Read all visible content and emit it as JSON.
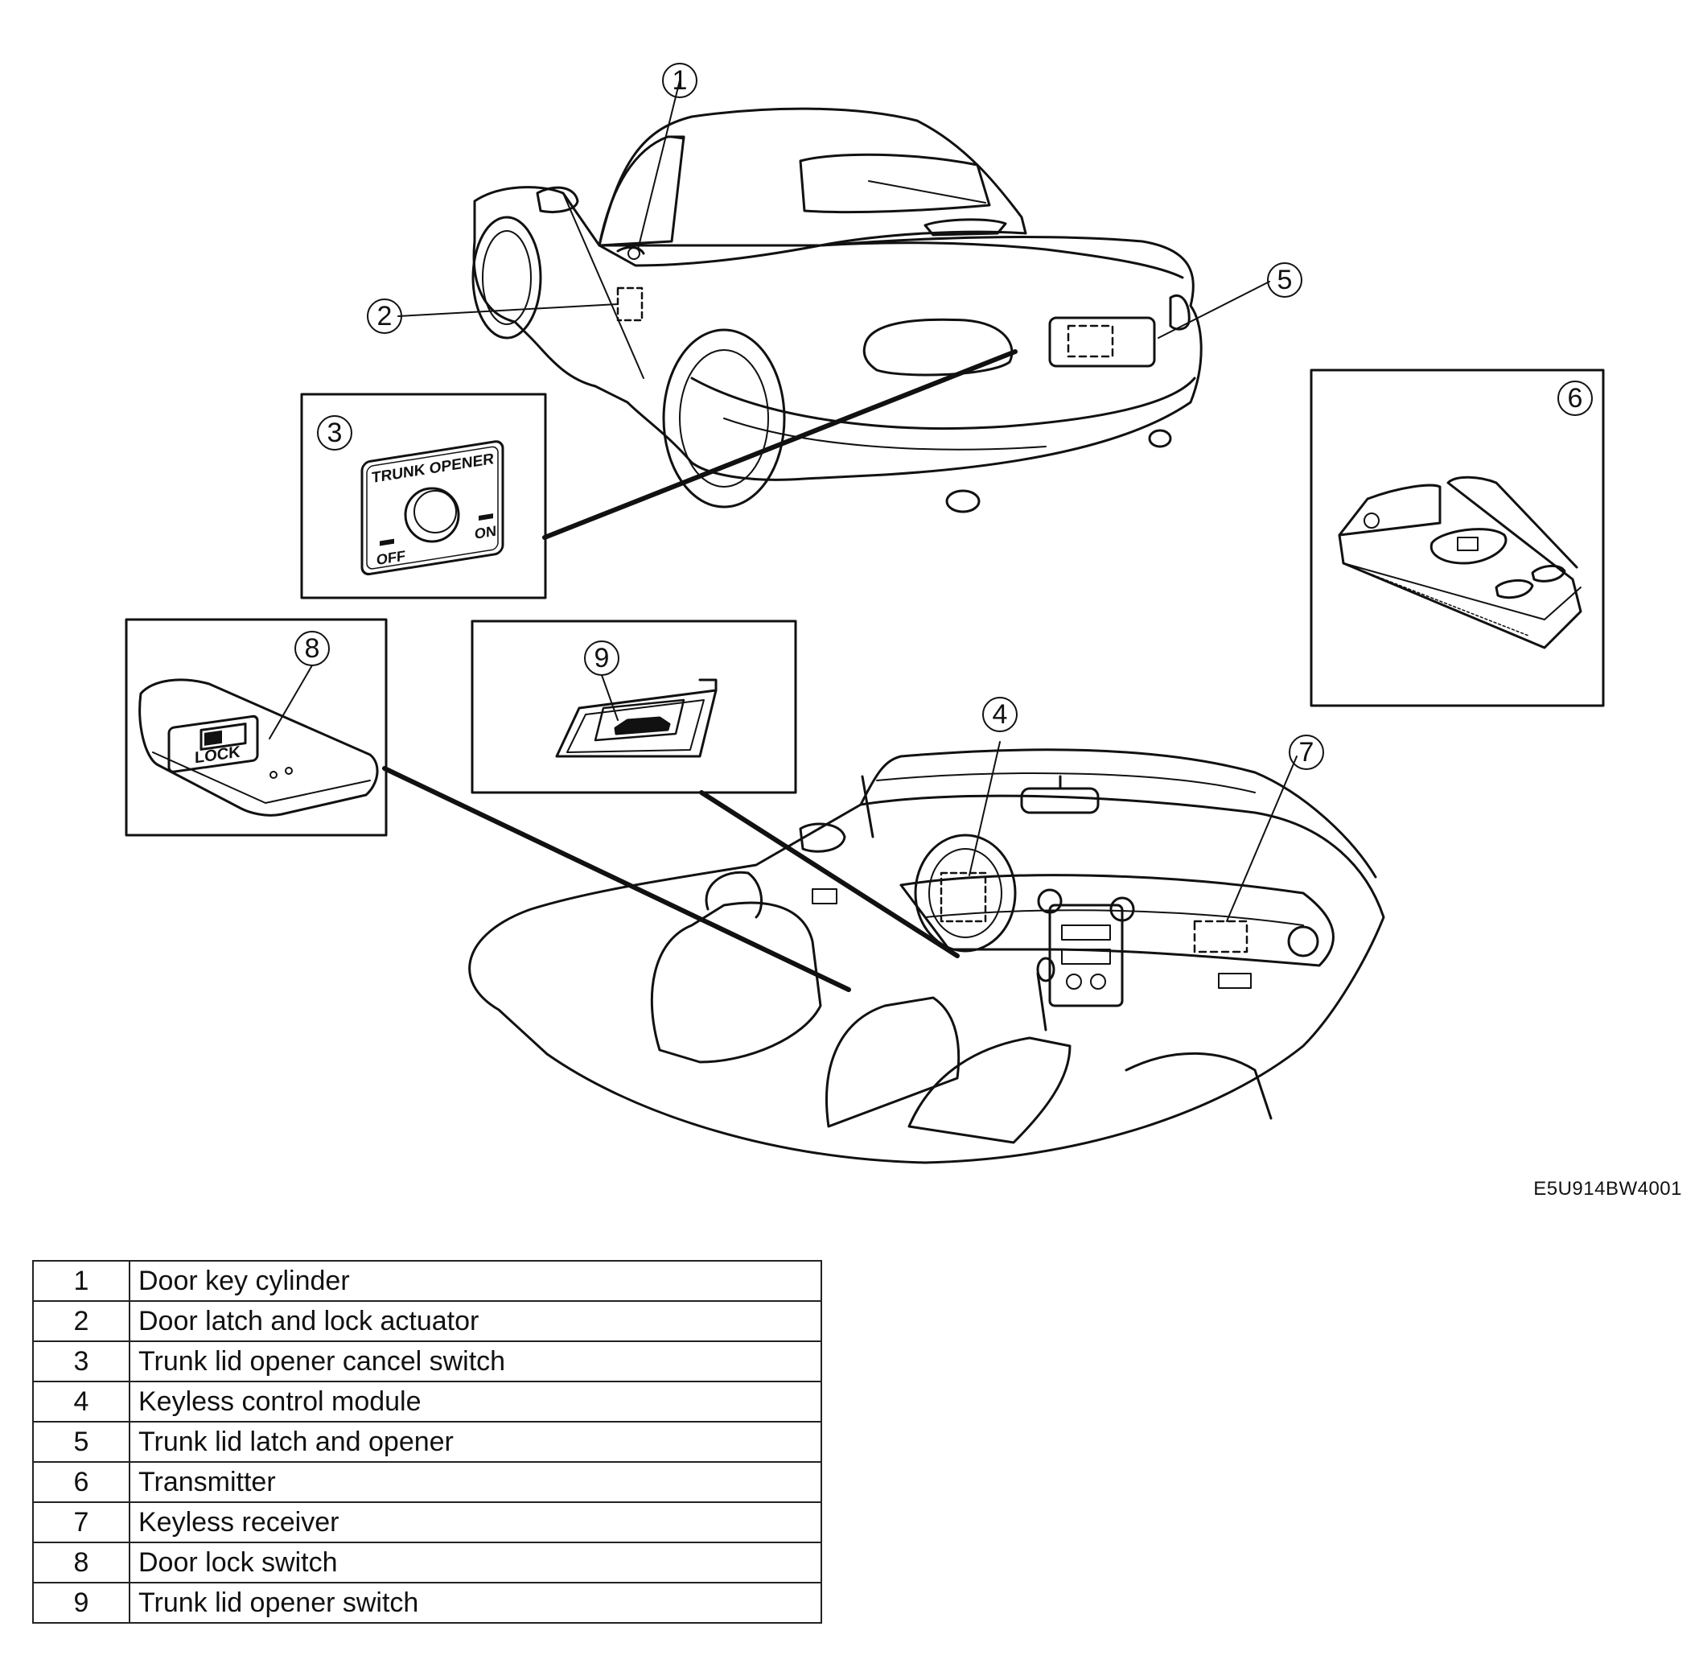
{
  "figure_code": "E5U914BW4001",
  "callouts": [
    {
      "n": "1",
      "label": "Door key cylinder"
    },
    {
      "n": "2",
      "label": "Door latch and lock actuator"
    },
    {
      "n": "3",
      "label": "Trunk lid opener cancel switch"
    },
    {
      "n": "4",
      "label": "Keyless control module"
    },
    {
      "n": "5",
      "label": "Trunk lid latch and opener"
    },
    {
      "n": "6",
      "label": "Transmitter"
    },
    {
      "n": "7",
      "label": "Keyless receiver"
    },
    {
      "n": "8",
      "label": "Door lock switch"
    },
    {
      "n": "9",
      "label": "Trunk lid opener switch"
    }
  ],
  "insets": {
    "trunk_opener": {
      "title": "TRUNK OPENER",
      "off": "OFF",
      "on": "ON"
    },
    "door_lock": {
      "text": "LOCK"
    }
  }
}
